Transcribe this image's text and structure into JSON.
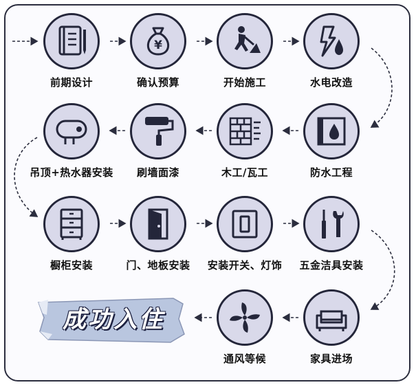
{
  "steps": [
    {
      "label": "前期设计",
      "icon": "notebook-icon"
    },
    {
      "label": "确认预算",
      "icon": "money-bag-icon"
    },
    {
      "label": "开始施工",
      "icon": "worker-icon"
    },
    {
      "label": "水电改造",
      "icon": "lightning-water-icon"
    },
    {
      "label": "防水工程",
      "icon": "waterproof-icon"
    },
    {
      "label": "木工/瓦工",
      "icon": "brick-wall-icon"
    },
    {
      "label": "刷墙面漆",
      "icon": "paint-roller-icon"
    },
    {
      "label": "吊顶+热水器安装",
      "icon": "water-heater-icon"
    },
    {
      "label": "橱柜安装",
      "icon": "cabinet-icon"
    },
    {
      "label": "门、地板安装",
      "icon": "door-icon"
    },
    {
      "label": "安装开关、灯饰",
      "icon": "switch-icon"
    },
    {
      "label": "五金洁具安装",
      "icon": "tools-icon"
    },
    {
      "label": "家具进场",
      "icon": "sofa-icon"
    },
    {
      "label": "通风等候",
      "icon": "fan-icon"
    }
  ],
  "final": {
    "label": "成功入住"
  },
  "colors": {
    "circle_fill": "#d9d9ea",
    "outline": "#24263a",
    "banner": "#b9c6df"
  }
}
